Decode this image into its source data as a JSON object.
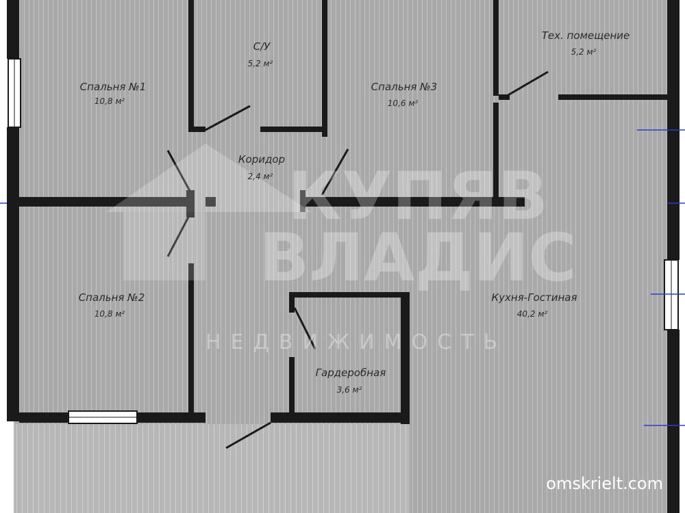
{
  "rooms": {
    "bedroom1": {
      "name": "Спальня №1",
      "area": "10,8 м²"
    },
    "wc": {
      "name": "С/У",
      "area": "5,2 м²"
    },
    "bedroom3": {
      "name": "Спальня №3",
      "area": "10,6 м²"
    },
    "tech": {
      "name": "Тех. помещение",
      "area": "5,2 м²"
    },
    "corridor": {
      "name": "Коридор",
      "area": "2,4 м²"
    },
    "bedroom2": {
      "name": "Спальня №2",
      "area": "10,8 м²"
    },
    "kitchen": {
      "name": "Кухня-Гостиная",
      "area": "40,2 м²"
    },
    "wardrobe": {
      "name": "Гардеробная",
      "area": "3,6 м²"
    }
  },
  "watermark": {
    "line1": "КУПЯВ",
    "line2": "ВЛАДИС",
    "line3": "НЕДВИЖИМОСТЬ"
  },
  "site_label": "omskrielt.com",
  "colors": {
    "floor": "#a8a8a8",
    "wall": "#1a1a1a",
    "terrace": "#b9b9b9",
    "dimension": "#2b3fc7"
  }
}
